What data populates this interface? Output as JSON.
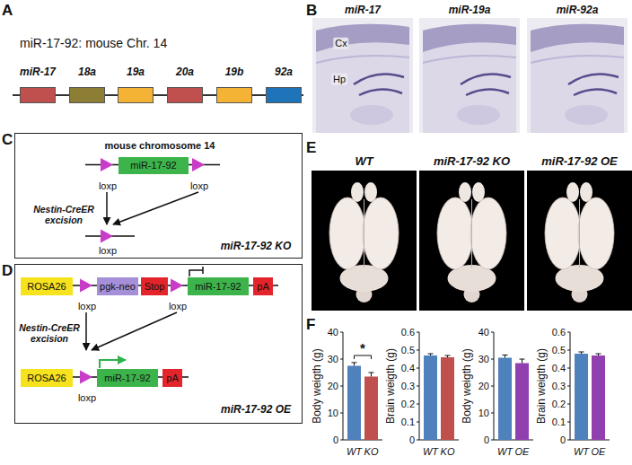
{
  "diagram": {
    "nodes": [
      {
        "text": [
          "miR-17"
        ]
      },
      {
        "text": [
          "18a"
        ]
      },
      {
        "text": [
          "19a"
        ]
      },
      {
        "text": [
          "20a"
        ]
      },
      {
        "text": [
          "19b"
        ]
      },
      {
        "text": [
          "92a"
        ]
      },
      {
        "text": [
          "mouse chromosome 14",
          "loxp",
          "loxp",
          "Nestin-CreER excision",
          "loxp",
          "miR-17-92 KO"
        ]
      },
      {
        "text": [
          "miR-17-92"
        ],
        "in": 6
      },
      {
        "text": [
          "loxp",
          "loxp",
          "Nestin-CreER excision",
          "loxp",
          "miR-17-92 OE"
        ]
      },
      {
        "text": [
          "ROSA26"
        ],
        "in": 8
      },
      {
        "text": [
          "pgk-neo"
        ],
        "in": 8
      },
      {
        "text": [
          "Stop"
        ],
        "in": 8
      },
      {
        "text": [
          "miR-17-92"
        ],
        "in": 8
      },
      {
        "text": [
          "pA"
        ],
        "in": 8
      },
      {
        "text": [
          "ROSA26"
        ],
        "in": 8
      },
      {
        "text": [
          "miR-17-92"
        ],
        "in": 8
      },
      {
        "text": [
          "pA"
        ],
        "in": 8
      }
    ],
    "labels": [
      "A",
      "miR-17-92: mouse Chr. 14",
      "B",
      "miR-17",
      "miR-19a",
      "miR-92a",
      "Cx",
      "Hp",
      "C",
      "D",
      "E",
      "WT",
      "miR-17-92 KO",
      "miR-17-92 OE",
      "F",
      "Body weigth (g)",
      "0",
      "10",
      "20",
      "30",
      "40",
      "WT",
      "KO",
      "*",
      "Brain weigth (g)",
      "0",
      "0.1",
      "0.2",
      "0.3",
      "0.4",
      "0.5",
      "0.6",
      "WT",
      "KO",
      "Body weigth (g)",
      "0",
      "10",
      "20",
      "30",
      "40",
      "WT",
      "OE",
      "Brain weigth (g)",
      "0",
      "0.1",
      "0.2",
      "0.3",
      "0.4",
      "0.5",
      "0.6",
      "WT",
      "OE"
    ]
  }
}
